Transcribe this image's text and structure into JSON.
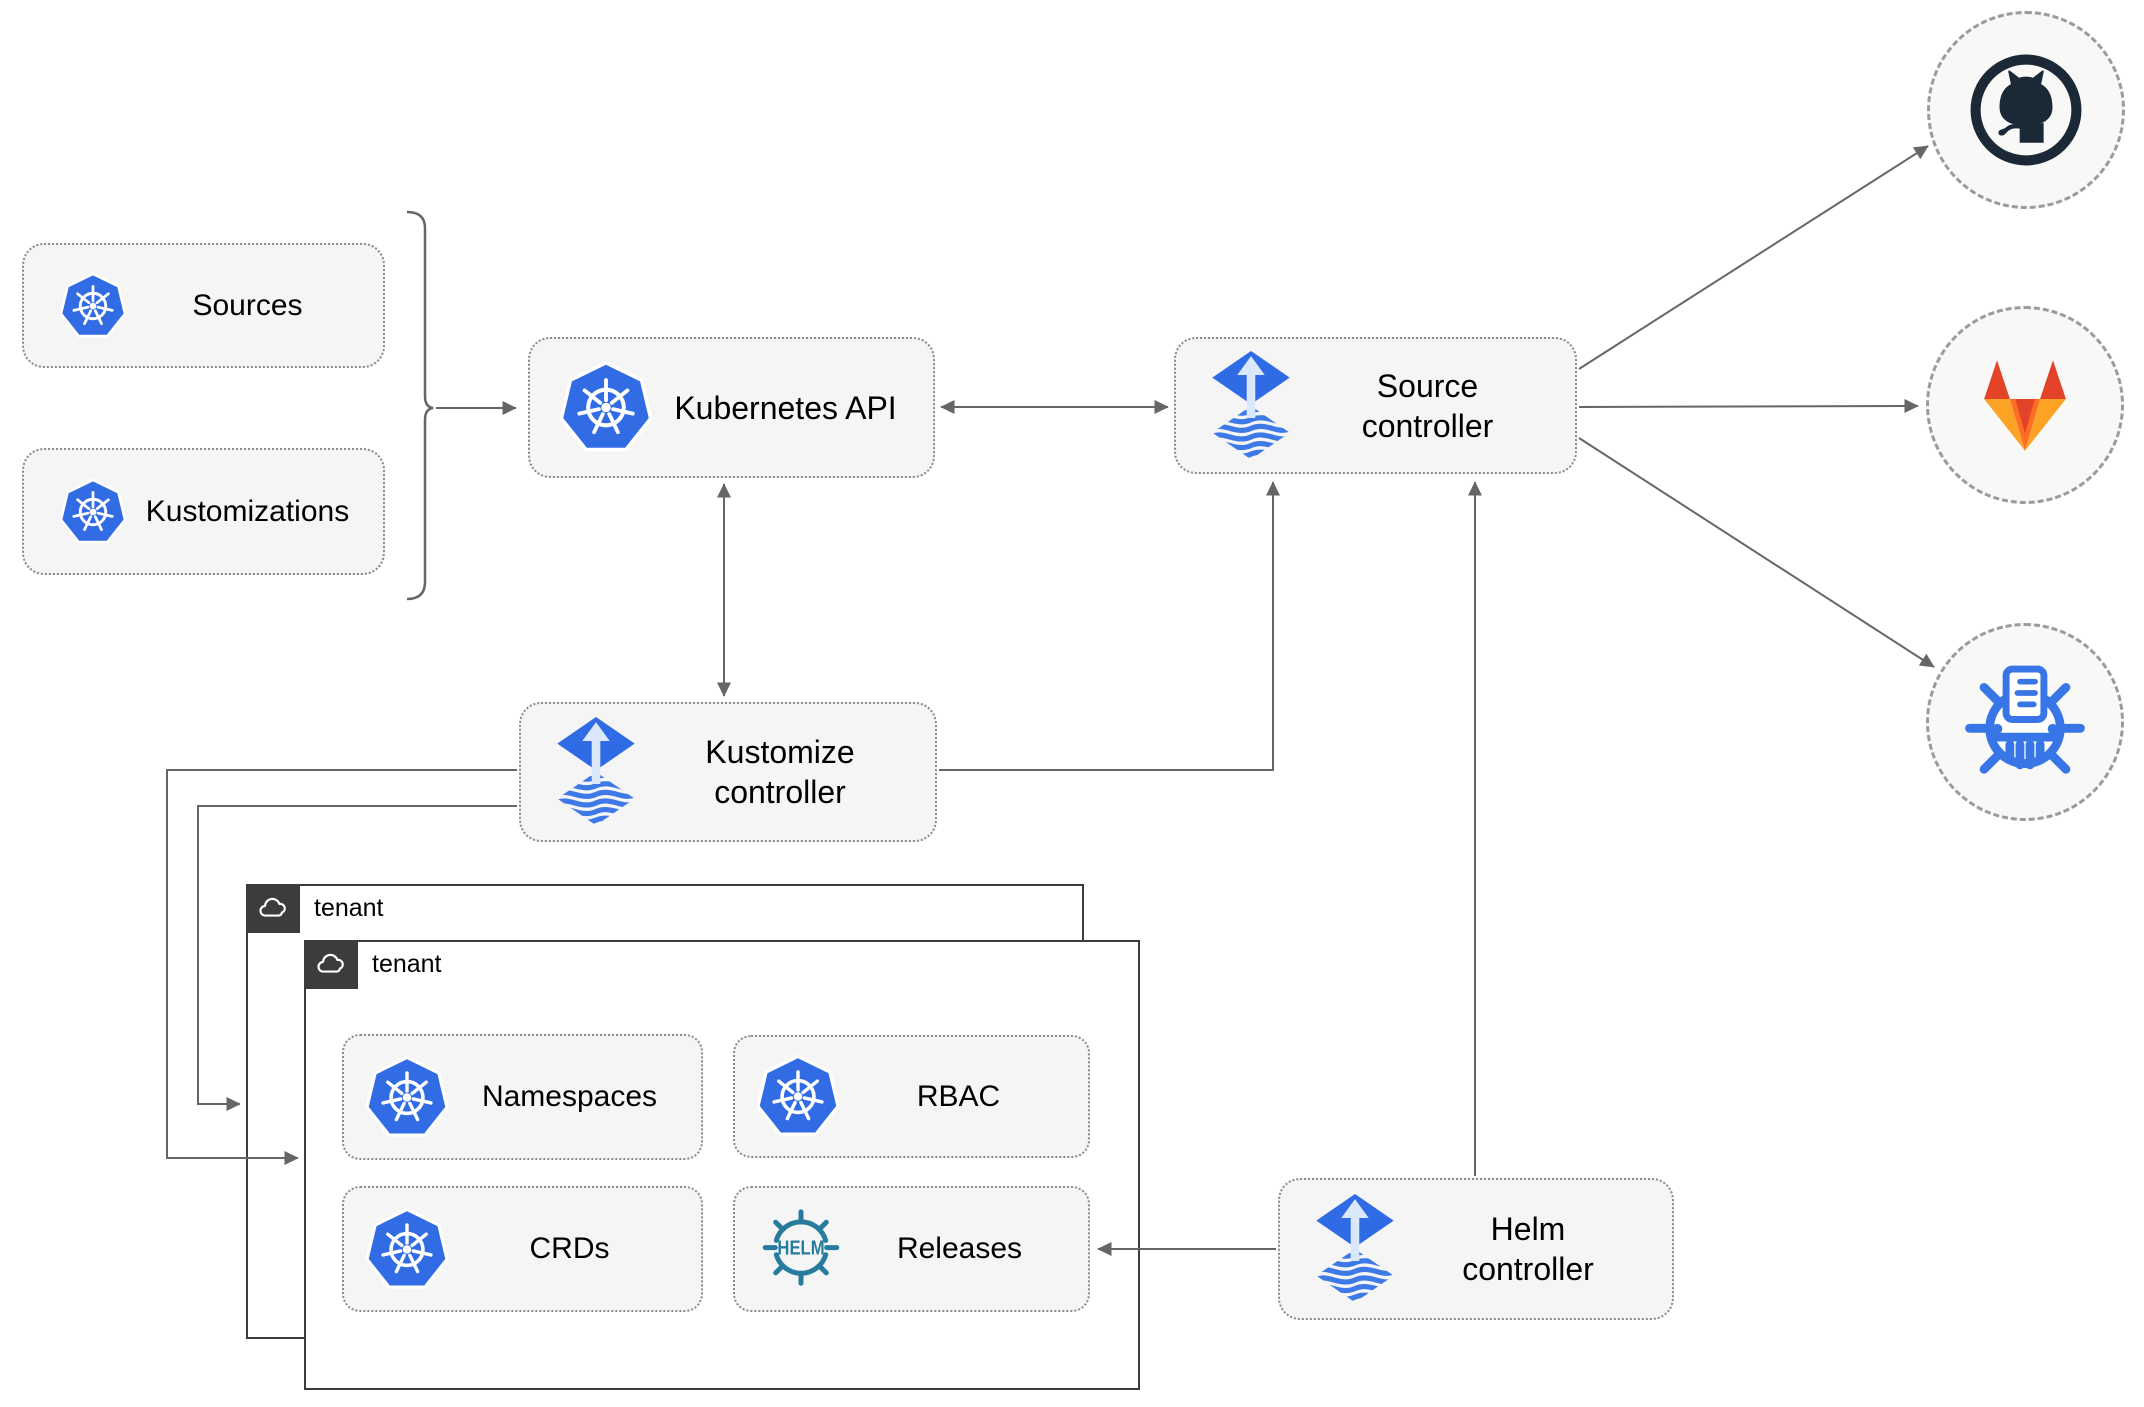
{
  "theme": {
    "k8s-blue": "#326ce5",
    "flux-blue": "#2f6be4",
    "flux-arrow": "#dbe7fa",
    "flux-wave": "#3d7ae8",
    "helm-teal": "#277c9e",
    "cm-blue": "#3876e8",
    "github-dark": "#1b2836",
    "gitlab-red": "#e24329",
    "gitlab-orange": "#fc6d26",
    "gitlab-amber": "#fca326",
    "line-gray": "#666666",
    "node-bg": "#f5f5f5",
    "node-border": "#8a8a8a",
    "tenant-border": "#3c3c3c",
    "tenant-header-bg": "#3c3c3c",
    "circle-bg": "#f8f8f6",
    "circle-border": "#9b9b9b",
    "text": "#000000"
  },
  "nodes": {
    "sources": {
      "label": "Sources",
      "icon": "kubernetes-icon"
    },
    "kustomizations": {
      "label": "Kustomizations",
      "icon": "kubernetes-icon"
    },
    "kubernetes_api": {
      "label": "Kubernetes API",
      "icon": "kubernetes-icon"
    },
    "source_controller": {
      "line1": "Source",
      "line2": "controller",
      "icon": "flux-icon"
    },
    "kustomize_controller": {
      "line1": "Kustomize",
      "line2": "controller",
      "icon": "flux-icon"
    },
    "helm_controller": {
      "line1": "Helm",
      "line2": "controller",
      "icon": "flux-icon"
    }
  },
  "tenants": {
    "outer": {
      "label": "tenant",
      "icon": "cloud-icon"
    },
    "inner": {
      "label": "tenant",
      "icon": "cloud-icon"
    }
  },
  "resources": {
    "namespaces": {
      "label": "Namespaces",
      "icon": "kubernetes-icon"
    },
    "rbac": {
      "label": "RBAC",
      "icon": "kubernetes-icon"
    },
    "crds": {
      "label": "CRDs",
      "icon": "kubernetes-icon"
    },
    "releases": {
      "label": "Releases",
      "icon": "helm-icon",
      "icon_text": "HELM"
    }
  },
  "external_endpoints": {
    "github": {
      "icon": "github-icon"
    },
    "gitlab": {
      "icon": "gitlab-icon"
    },
    "helm_repository": {
      "icon": "chartmuseum-icon"
    }
  }
}
